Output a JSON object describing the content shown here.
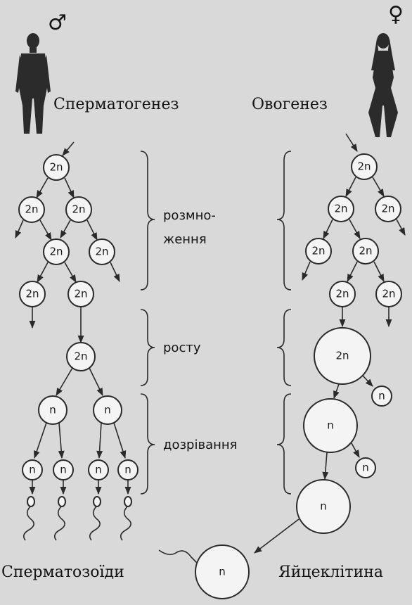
{
  "titles": {
    "male_process": "Сперматогенез",
    "female_process": "Овогенез",
    "male_result": "Сперматозоїди",
    "female_result": "Яйцеклітина"
  },
  "symbols": {
    "male": "♂",
    "female": "♀"
  },
  "stages": {
    "reproduction_line1": "розмно-",
    "reproduction_line2": "ження",
    "growth": "росту",
    "maturation": "дозрівання"
  },
  "ploidy": {
    "diploid": "2n",
    "haploid": "n"
  }
}
